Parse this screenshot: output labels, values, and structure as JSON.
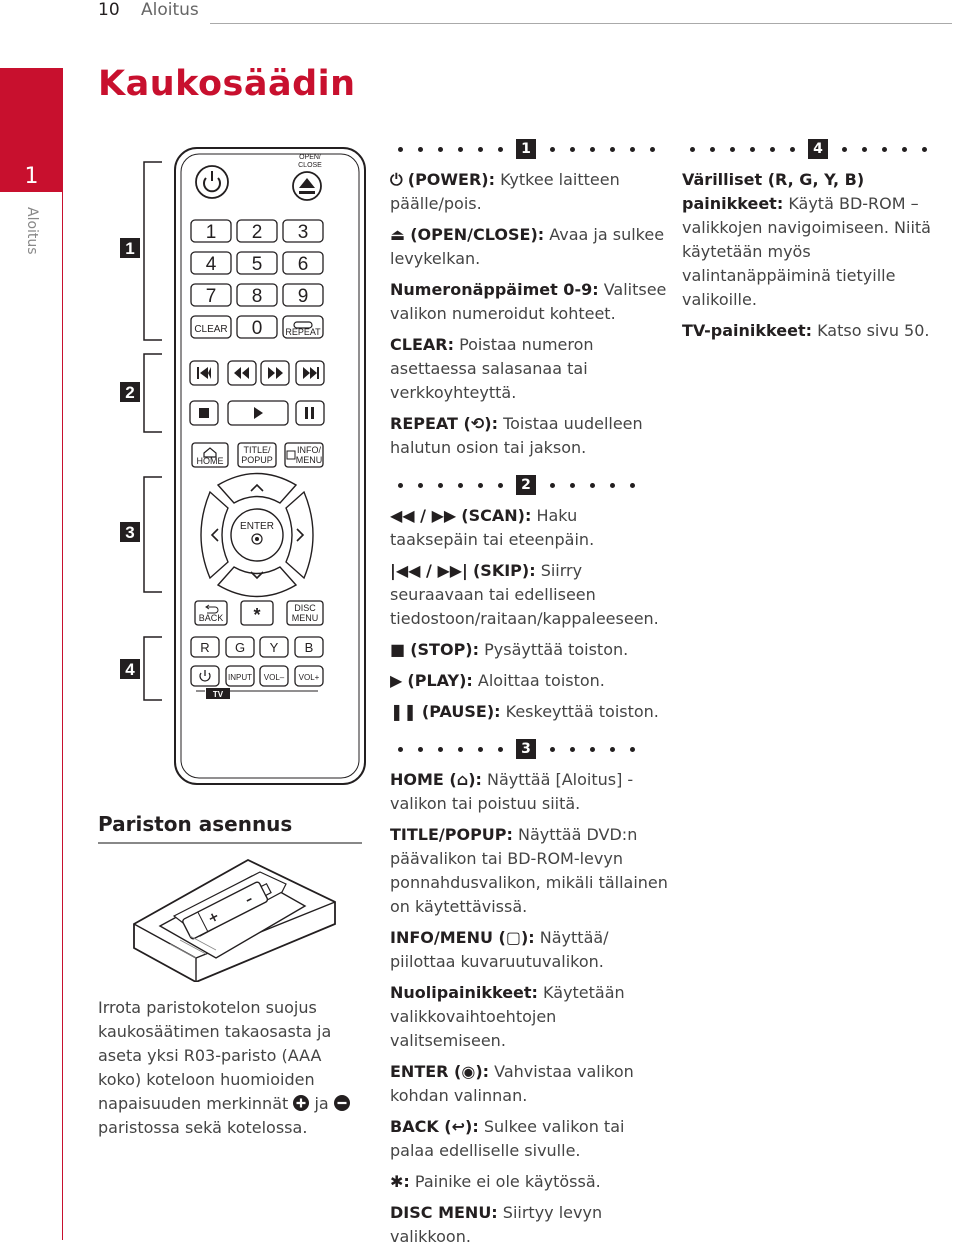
{
  "header": {
    "page_number": "10",
    "section": "Aloitus"
  },
  "side_tab": {
    "number": "1",
    "label": "Aloitus"
  },
  "title": "Kaukosäädin",
  "remote": {
    "groups": [
      "1",
      "2",
      "3",
      "4"
    ],
    "open_close": "OPEN/\nCLOSE",
    "digits": [
      "1",
      "2",
      "3",
      "4",
      "5",
      "6",
      "7",
      "8",
      "9"
    ],
    "clear": "CLEAR",
    "zero": "0",
    "repeat": "REPEAT",
    "home": "HOME",
    "title_popup_1": "TITLE/",
    "title_popup_2": "POPUP",
    "info_1": "INFO/",
    "info_2": "MENU",
    "enter": "ENTER",
    "back": "BACK",
    "disc_1": "DISC",
    "disc_2": "MENU",
    "colors": [
      "R",
      "G",
      "Y",
      "B"
    ],
    "input": "INPUT",
    "vol_minus": "VOL–",
    "vol_plus": "VOL+",
    "tv": "TV"
  },
  "battery": {
    "heading": "Pariston asennus",
    "text_before": "Irrota paristokotelon suojus kaukosäätimen takaosasta ja aseta yksi R03-paristo (AAA koko) koteloon huomioiden napaisuuden merkinnät",
    "and": "ja",
    "text_after": "paristossa sekä kotelossa."
  },
  "col1": {
    "s1_num": "1",
    "power_lbl": "(POWER):",
    "power_txt": "Kytkee laitteen päälle/pois.",
    "open_lbl": "(OPEN/CLOSE):",
    "open_txt": "Avaa ja sulkee levykelkan.",
    "num_lbl": "Numeronäppäimet 0-9:",
    "num_txt": "Valitsee valikon numeroidut kohteet.",
    "clear_lbl": "CLEAR:",
    "clear_txt": "Poistaa numeron asettaessa salasanaa tai verkkoyhteyttä.",
    "repeat_lbl1": "REPEAT (",
    "repeat_lbl2": "):",
    "repeat_txt": "Toistaa uudelleen halutun osion tai jakson.",
    "s2_num": "2",
    "scan_lbl": "(SCAN):",
    "scan_txt": "Haku taaksepäin tai eteenpäin.",
    "skip_lbl": "(SKIP):",
    "skip_txt": "Siirry seuraavaan tai edelliseen tiedostoon/raitaan/kappaleeseen.",
    "stop_lbl": "(STOP):",
    "stop_txt": "Pysäyttää toiston.",
    "play_lbl": "(PLAY):",
    "play_txt": "Aloittaa toiston.",
    "pause_lbl": "(PAUSE):",
    "pause_txt": "Keskeyttää toiston.",
    "s3_num": "3",
    "home_lbl1": "HOME (",
    "home_lbl2": "):",
    "home_txt": "Näyttää [Aloitus] -valikon tai poistuu siitä.",
    "title_lbl": "TITLE/POPUP:",
    "title_txt": "Näyttää DVD:n päävalikon tai BD-ROM-levyn ponnahdusvalikon, mikäli tällainen on käytettävissä.",
    "info_lbl1": "INFO/MENU (",
    "info_lbl2": "):",
    "info_txt": "Näyttää/ piilottaa kuvaruutuvalikon.",
    "arrows_lbl": "Nuolipainikkeet:",
    "arrows_txt": "Käytetään valikkovaihtoehtojen valitsemiseen.",
    "enter_lbl1": "ENTER (",
    "enter_lbl2": "):",
    "enter_txt": "Vahvistaa valikon kohdan valinnan.",
    "back_lbl1": "BACK (",
    "back_lbl2": "):",
    "back_txt": "Sulkee valikon tai palaa edelliselle sivulle.",
    "star_lbl": ":",
    "star_txt": "Painike ei ole käytössä.",
    "disc_lbl": "DISC MENU:",
    "disc_txt": "Siirtyy levyn valikkoon."
  },
  "col2": {
    "s4_num": "4",
    "color_lbl": "Värilliset (R, G, Y, B) painikkeet:",
    "color_txt": "Käytä BD-ROM –valikkojen navigoimiseen. Niitä käytetään myös valintanäppäiminä tietyille valikoille.",
    "tv_lbl": "TV-painikkeet:",
    "tv_txt": "Katso sivu 50."
  }
}
